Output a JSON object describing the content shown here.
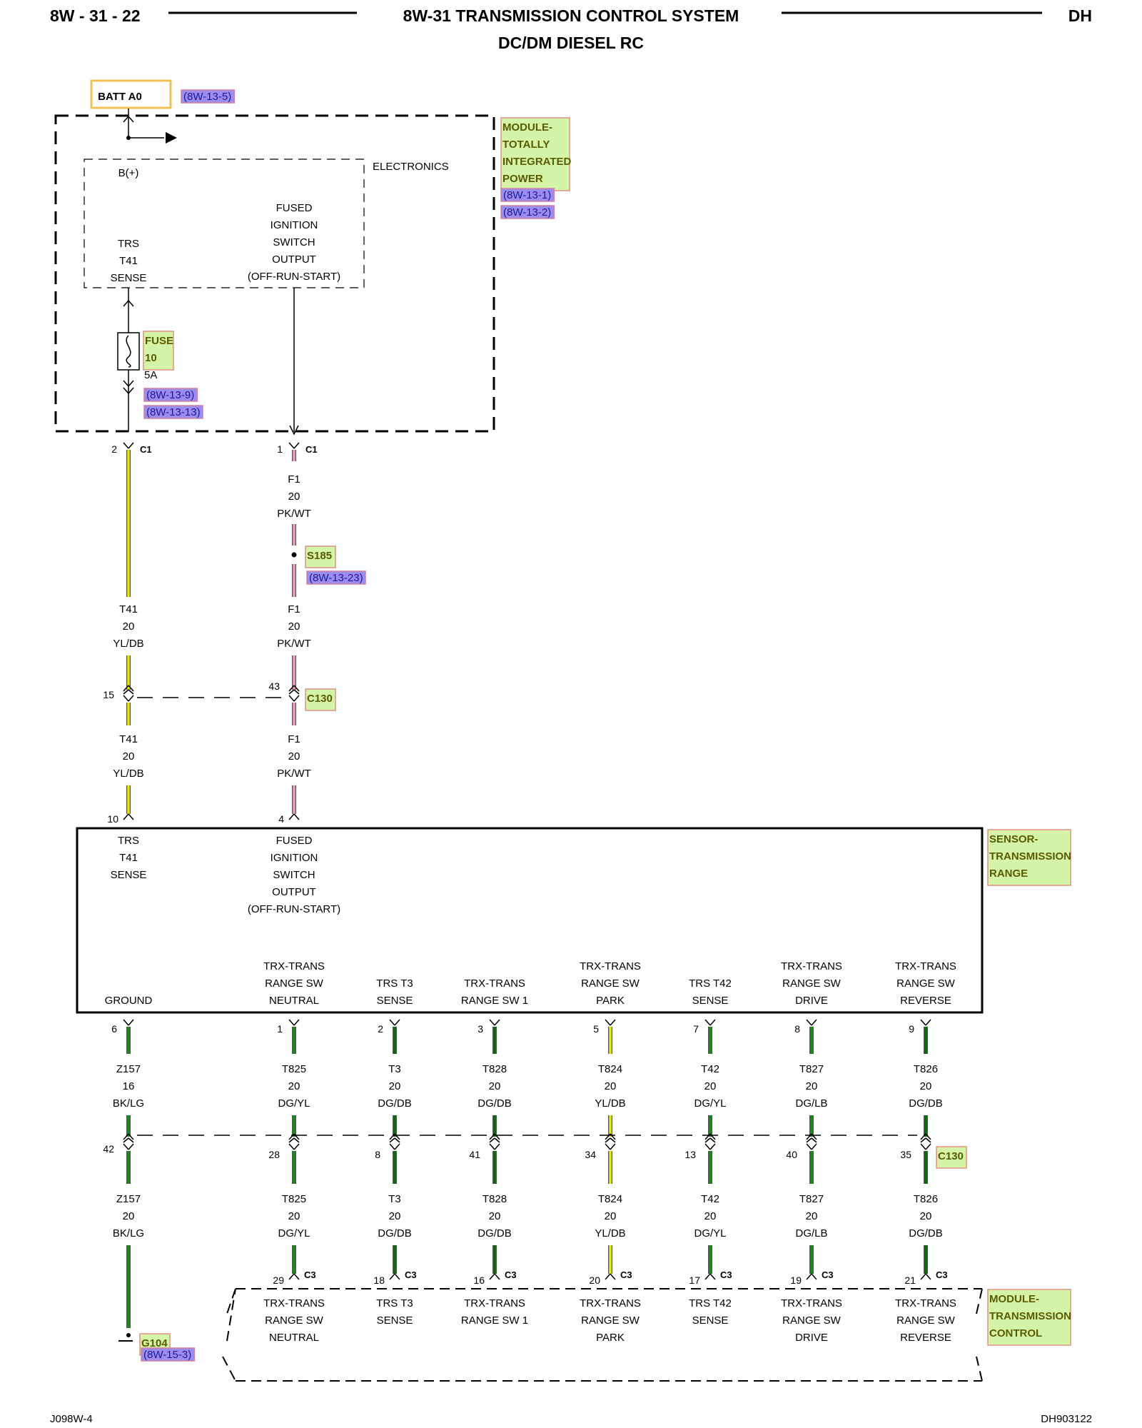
{
  "header": {
    "page_number": "8W - 31 - 22",
    "title": "8W-31 TRANSMISSION CONTROL SYSTEM",
    "subtitle": "DC/DM DIESEL RC",
    "model_code": "DH"
  },
  "footer": {
    "left_code": "J098W-4",
    "right_code": "DH903122"
  },
  "batt": {
    "label": "BATT A0",
    "ref": "(8W-13-5)"
  },
  "tipm": {
    "name_lines": [
      "MODULE-",
      "TOTALLY",
      "INTEGRATED",
      "POWER"
    ],
    "refs": [
      "(8W-13-1)",
      "(8W-13-2)"
    ],
    "electronics_label": "ELECTRONICS",
    "bplus_label": "B(+)",
    "trs_sense_lines": [
      "TRS",
      "T41",
      "SENSE"
    ],
    "fused_lines": [
      "FUSED",
      "IGNITION",
      "SWITCH",
      "OUTPUT",
      "(OFF-RUN-START)"
    ],
    "fuse": {
      "name_lines": [
        "FUSE",
        "10"
      ],
      "rating": "5A",
      "refs": [
        "(8W-13-9)",
        "(8W-13-13)"
      ]
    }
  },
  "upper_circuits": [
    {
      "c1_pin": "2",
      "c1_label": "C1",
      "wire1": [
        "",
        "",
        ""
      ],
      "wire2": [
        "T41",
        "20",
        "YL/DB"
      ],
      "c130_pin": "15",
      "wire3": [
        "T41",
        "20",
        "YL/DB"
      ],
      "sensor_pin": "10"
    },
    {
      "c1_pin": "1",
      "c1_label": "C1",
      "wire1": [
        "F1",
        "20",
        "PK/WT"
      ],
      "splice": "S185",
      "splice_ref": "(8W-13-23)",
      "wire2": [
        "F1",
        "20",
        "PK/WT"
      ],
      "c130_pin": "43",
      "wire3": [
        "F1",
        "20",
        "PK/WT"
      ],
      "sensor_pin": "4"
    }
  ],
  "c130_label": "C130",
  "sensor": {
    "name_lines": [
      "SENSOR-",
      "TRANSMISSION",
      "RANGE"
    ],
    "top_labels": [
      [
        "TRS",
        "T41",
        "SENSE"
      ],
      [
        "FUSED",
        "IGNITION",
        "SWITCH",
        "OUTPUT",
        "(OFF-RUN-START)"
      ]
    ],
    "bottom_labels": [
      [
        "GROUND"
      ],
      [
        "TRX-TRANS",
        "RANGE SW",
        "NEUTRAL"
      ],
      [
        "TRS T3",
        "SENSE"
      ],
      [
        "TRX-TRANS",
        "RANGE SW 1"
      ],
      [
        "TRX-TRANS",
        "RANGE SW",
        "PARK"
      ],
      [
        "TRS T42",
        "SENSE"
      ],
      [
        "TRX-TRANS",
        "RANGE SW",
        "DRIVE"
      ],
      [
        "TRX-TRANS",
        "RANGE SW",
        "REVERSE"
      ]
    ]
  },
  "lower_circuits": [
    {
      "sensor_pin": "6",
      "wire_a": [
        "Z157",
        "16",
        "BK/LG"
      ],
      "c130_pin": "42",
      "wire_b": [
        "Z157",
        "20",
        "BK/LG"
      ]
    },
    {
      "sensor_pin": "1",
      "wire_a": [
        "T825",
        "20",
        "DG/YL"
      ],
      "c130_pin": "28",
      "wire_b": [
        "T825",
        "20",
        "DG/YL"
      ],
      "c3_pin": "29"
    },
    {
      "sensor_pin": "2",
      "wire_a": [
        "T3",
        "20",
        "DG/DB"
      ],
      "c130_pin": "8",
      "wire_b": [
        "T3",
        "20",
        "DG/DB"
      ],
      "c3_pin": "18"
    },
    {
      "sensor_pin": "3",
      "wire_a": [
        "T828",
        "20",
        "DG/DB"
      ],
      "c130_pin": "41",
      "wire_b": [
        "T828",
        "20",
        "DG/DB"
      ],
      "c3_pin": "16"
    },
    {
      "sensor_pin": "5",
      "wire_a": [
        "T824",
        "20",
        "YL/DB"
      ],
      "c130_pin": "34",
      "wire_b": [
        "T824",
        "20",
        "YL/DB"
      ],
      "c3_pin": "20"
    },
    {
      "sensor_pin": "7",
      "wire_a": [
        "T42",
        "20",
        "DG/YL"
      ],
      "c130_pin": "13",
      "wire_b": [
        "T42",
        "20",
        "DG/YL"
      ],
      "c3_pin": "17"
    },
    {
      "sensor_pin": "8",
      "wire_a": [
        "T827",
        "20",
        "DG/LB"
      ],
      "c130_pin": "40",
      "wire_b": [
        "T827",
        "20",
        "DG/LB"
      ],
      "c3_pin": "19"
    },
    {
      "sensor_pin": "9",
      "wire_a": [
        "T826",
        "20",
        "DG/DB"
      ],
      "c130_pin": "35",
      "wire_b": [
        "T826",
        "20",
        "DG/DB"
      ],
      "c3_pin": "21"
    }
  ],
  "c3_label": "C3",
  "ground": {
    "label": "G104",
    "ref": "(8W-15-3)"
  },
  "tcm": {
    "name_lines": [
      "MODULE-",
      "TRANSMISSION",
      "CONTROL"
    ],
    "labels": [
      [
        "TRX-TRANS",
        "RANGE SW",
        "NEUTRAL"
      ],
      [
        "TRS T3",
        "SENSE"
      ],
      [
        "TRX-TRANS",
        "RANGE SW 1"
      ],
      [
        "TRX-TRANS",
        "RANGE SW",
        "PARK"
      ],
      [
        "TRS T42",
        "SENSE"
      ],
      [
        "TRX-TRANS",
        "RANGE SW",
        "DRIVE"
      ],
      [
        "TRX-TRANS",
        "RANGE SW",
        "REVERSE"
      ]
    ]
  },
  "colors": {
    "yellow_wire": "#e8e800",
    "pink_wire": "#f0a0b0",
    "green_wire": "#1a8a1a",
    "green_wire_dark": "#0a6a0a",
    "ref_fill": "#9b8cf0",
    "component_fill": "#d4f5a8"
  }
}
